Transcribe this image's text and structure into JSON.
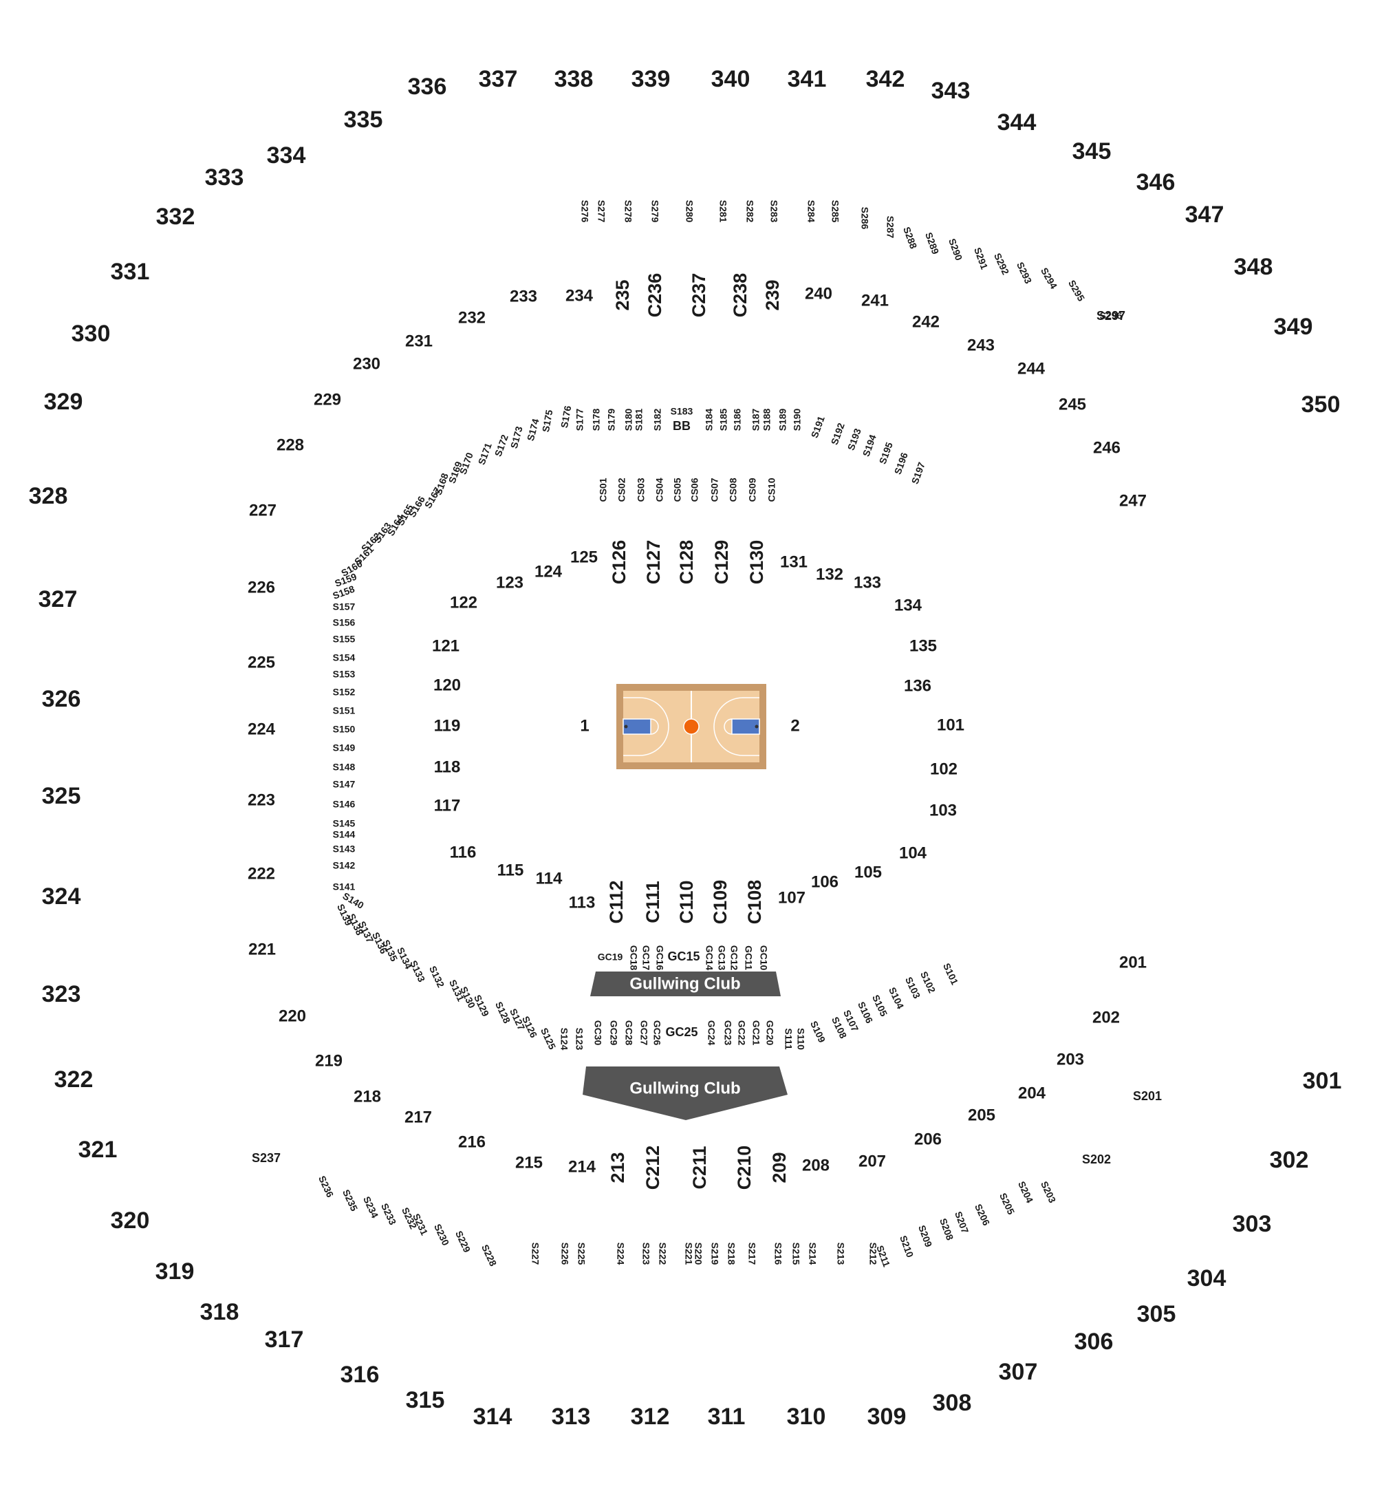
{
  "colors": {
    "label": "#1b1b1b",
    "court_wood": "#f2cda0",
    "court_border": "#c89a6a",
    "paint": "#4f77c4",
    "ball": "#f0640a",
    "club_banner": "#555555"
  },
  "court": {
    "icon": "basketball-court-icon"
  },
  "clubs": [
    {
      "label": "Gullwing Club"
    },
    {
      "label": "Gullwing Club"
    }
  ],
  "sections": {
    "upper": [
      {
        "id": "336"
      },
      {
        "id": "337"
      },
      {
        "id": "338"
      },
      {
        "id": "339"
      },
      {
        "id": "340"
      },
      {
        "id": "341"
      },
      {
        "id": "342"
      },
      {
        "id": "343"
      },
      {
        "id": "335"
      },
      {
        "id": "344"
      },
      {
        "id": "334"
      },
      {
        "id": "333"
      },
      {
        "id": "345"
      },
      {
        "id": "346"
      },
      {
        "id": "332"
      },
      {
        "id": "347"
      },
      {
        "id": "331"
      },
      {
        "id": "348"
      },
      {
        "id": "330"
      },
      {
        "id": "349"
      },
      {
        "id": "329"
      },
      {
        "id": "350"
      },
      {
        "id": "328"
      },
      {
        "id": "327"
      },
      {
        "id": "326"
      },
      {
        "id": "325"
      },
      {
        "id": "324"
      },
      {
        "id": "323"
      },
      {
        "id": "322"
      },
      {
        "id": "301"
      },
      {
        "id": "321"
      },
      {
        "id": "302"
      },
      {
        "id": "320"
      },
      {
        "id": "303"
      },
      {
        "id": "319"
      },
      {
        "id": "304"
      },
      {
        "id": "318"
      },
      {
        "id": "305"
      },
      {
        "id": "317"
      },
      {
        "id": "306"
      },
      {
        "id": "316"
      },
      {
        "id": "307"
      },
      {
        "id": "315"
      },
      {
        "id": "308"
      },
      {
        "id": "314"
      },
      {
        "id": "313"
      },
      {
        "id": "312"
      },
      {
        "id": "311"
      },
      {
        "id": "310"
      },
      {
        "id": "309"
      }
    ],
    "middle": [
      {
        "id": "233"
      },
      {
        "id": "234"
      },
      {
        "id": "235",
        "rot": true
      },
      {
        "id": "C236",
        "rot": true
      },
      {
        "id": "C237",
        "rot": true
      },
      {
        "id": "C238",
        "rot": true
      },
      {
        "id": "239",
        "rot": true
      },
      {
        "id": "240"
      },
      {
        "id": "241"
      },
      {
        "id": "232"
      },
      {
        "id": "242"
      },
      {
        "id": "231"
      },
      {
        "id": "243"
      },
      {
        "id": "230"
      },
      {
        "id": "244"
      },
      {
        "id": "229"
      },
      {
        "id": "245"
      },
      {
        "id": "228"
      },
      {
        "id": "246"
      },
      {
        "id": "227"
      },
      {
        "id": "247"
      },
      {
        "id": "226"
      },
      {
        "id": "225"
      },
      {
        "id": "224"
      },
      {
        "id": "223"
      },
      {
        "id": "222"
      },
      {
        "id": "221"
      },
      {
        "id": "201"
      },
      {
        "id": "220"
      },
      {
        "id": "202"
      },
      {
        "id": "219"
      },
      {
        "id": "203"
      },
      {
        "id": "218"
      },
      {
        "id": "204"
      },
      {
        "id": "217"
      },
      {
        "id": "205"
      },
      {
        "id": "216"
      },
      {
        "id": "206"
      },
      {
        "id": "215"
      },
      {
        "id": "214"
      },
      {
        "id": "213",
        "rot": true
      },
      {
        "id": "C212",
        "rot": true
      },
      {
        "id": "C211",
        "rot": true
      },
      {
        "id": "C210",
        "rot": true
      },
      {
        "id": "209",
        "rot": true
      },
      {
        "id": "208"
      },
      {
        "id": "207"
      },
      {
        "id": "S201"
      },
      {
        "id": "S202"
      },
      {
        "id": "S237"
      },
      {
        "id": "S297"
      }
    ],
    "lower": [
      {
        "id": "125"
      },
      {
        "id": "C126",
        "rot": true
      },
      {
        "id": "C127",
        "rot": true
      },
      {
        "id": "C128",
        "rot": true
      },
      {
        "id": "C129",
        "rot": true
      },
      {
        "id": "C130",
        "rot": true
      },
      {
        "id": "131"
      },
      {
        "id": "124"
      },
      {
        "id": "132"
      },
      {
        "id": "123"
      },
      {
        "id": "133"
      },
      {
        "id": "122"
      },
      {
        "id": "134"
      },
      {
        "id": "121"
      },
      {
        "id": "135"
      },
      {
        "id": "120"
      },
      {
        "id": "136"
      },
      {
        "id": "119"
      },
      {
        "id": "101"
      },
      {
        "id": "118"
      },
      {
        "id": "102"
      },
      {
        "id": "117"
      },
      {
        "id": "103"
      },
      {
        "id": "116"
      },
      {
        "id": "104"
      },
      {
        "id": "115"
      },
      {
        "id": "105"
      },
      {
        "id": "114"
      },
      {
        "id": "106"
      },
      {
        "id": "113"
      },
      {
        "id": "C112",
        "rot": true
      },
      {
        "id": "C111",
        "rot": true
      },
      {
        "id": "C110",
        "rot": true
      },
      {
        "id": "C109",
        "rot": true
      },
      {
        "id": "C108",
        "rot": true
      },
      {
        "id": "107"
      },
      {
        "id": "1"
      },
      {
        "id": "2"
      },
      {
        "id": "BB"
      },
      {
        "id": "GC15"
      },
      {
        "id": "GC25"
      }
    ],
    "suites_top": [
      "S276",
      "S277",
      "S278",
      "S279",
      "S280",
      "S281",
      "S282",
      "S283",
      "S284",
      "S285",
      "S286",
      "S287",
      "S288",
      "S289",
      "S290",
      "S291",
      "S292",
      "S293",
      "S294",
      "S295",
      "S296"
    ],
    "suites_bottom": [
      "S227",
      "S226",
      "S225",
      "S224",
      "S223",
      "S222",
      "S221",
      "S220",
      "S219",
      "S218",
      "S217",
      "S216",
      "S215",
      "S214",
      "S213",
      "S212",
      "S211",
      "S210",
      "S209",
      "S208",
      "S207",
      "S206",
      "S205",
      "S204",
      "S203",
      "S228",
      "S229",
      "S230",
      "S231",
      "S232",
      "S233",
      "S234",
      "S235",
      "S236"
    ],
    "suites_ring": [
      "S101",
      "S102",
      "S103",
      "S104",
      "S105",
      "S106",
      "S107",
      "S108",
      "S109",
      "S110",
      "S111",
      "S123",
      "S124",
      "S125",
      "S126",
      "S127",
      "S128",
      "S129",
      "S130",
      "S131",
      "S132",
      "S133",
      "S134",
      "S135",
      "S136",
      "S137",
      "S138",
      "S139",
      "S140",
      "S141",
      "S142",
      "S143",
      "S144",
      "S145",
      "S146",
      "S147",
      "S148",
      "S149",
      "S150",
      "S151",
      "S152",
      "S153",
      "S154",
      "S155",
      "S156",
      "S157",
      "S158",
      "S159",
      "S160",
      "S161",
      "S162",
      "S163",
      "S164",
      "S165",
      "S166",
      "S167",
      "S168",
      "S169",
      "S170",
      "S171",
      "S172",
      "S173",
      "S174",
      "S175",
      "S176",
      "S177",
      "S178",
      "S179",
      "S180",
      "S181",
      "S182",
      "S183",
      "S184",
      "S185",
      "S186",
      "S187",
      "S188",
      "S189",
      "S190",
      "S191",
      "S192",
      "S193",
      "S194",
      "S195",
      "S196",
      "S197"
    ],
    "courtside": [
      "CS01",
      "CS02",
      "CS03",
      "CS04",
      "CS05",
      "CS06",
      "CS07",
      "CS08",
      "CS09",
      "CS10"
    ],
    "gullwing": [
      "GC19",
      "GC18",
      "GC17",
      "GC16",
      "GC14",
      "GC13",
      "GC12",
      "GC11",
      "GC10",
      "GC30",
      "GC29",
      "GC28",
      "GC27",
      "GC26",
      "GC24",
      "GC23",
      "GC22",
      "GC21",
      "GC20"
    ]
  }
}
